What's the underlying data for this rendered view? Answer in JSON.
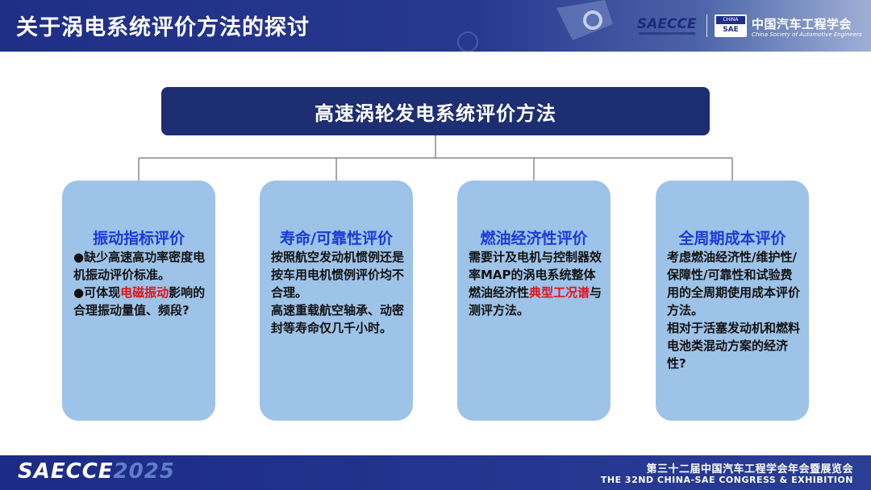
{
  "header": {
    "title": "关于涡电系统评价方法的探讨",
    "logo_saecce": "SAECCE",
    "logo_box_top": "CHINA",
    "logo_box_bottom": "SAE",
    "org_cn": "中国汽车工程学会",
    "org_en": "China Society of Automotive Engineers"
  },
  "main_title": "高速涡轮发电系统评价方法",
  "cards": [
    {
      "title": "振动指标评价",
      "lines": [
        {
          "pre": "●缺少高速高功率密度电机振动评价标准。",
          "hl": "",
          "post": ""
        },
        {
          "pre": "●可体现",
          "hl": "电磁振动",
          "post": "影响的合理振动量值、频段?"
        }
      ]
    },
    {
      "title": "寿命/可靠性评价",
      "lines": [
        {
          "pre": "按照航空发动机惯例还是按车用电机惯例评价均不合理。",
          "hl": "",
          "post": ""
        },
        {
          "pre": "高速重载航空轴承、动密封等寿命仅几千小时。",
          "hl": "",
          "post": ""
        }
      ]
    },
    {
      "title": "燃油经济性评价",
      "lines": [
        {
          "pre": "需要计及电机与控制器效率MAP的涡电系统整体燃油经济性",
          "hl": "典型工况谱",
          "post": "与测评方法。"
        }
      ]
    },
    {
      "title": "全周期成本评价",
      "lines": [
        {
          "pre": "考虑燃油经济性/维护性/保障性/可靠性和试验费用的全周期使用成本评价方法。",
          "hl": "",
          "post": ""
        },
        {
          "pre": "相对于活塞发动机和燃料电池类混动方案的经济性?",
          "hl": "",
          "post": ""
        }
      ]
    }
  ],
  "footer": {
    "logo_main": "SAECCE",
    "logo_year": "2025",
    "cn": "第三十二届中国汽车工程学会年会暨展览会",
    "en": "THE 32ND CHINA-SAE CONGRESS & EXHIBITION"
  },
  "colors": {
    "header_bg": "#1f2f86",
    "title_box": "#1e2e72",
    "card_bg": "#9dc3e8",
    "card_title": "#1a3adf",
    "highlight": "#e3121b"
  }
}
